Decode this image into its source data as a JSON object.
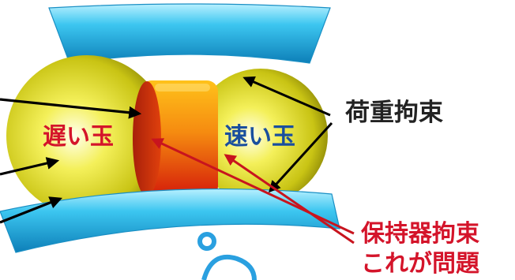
{
  "labels": {
    "slow_ball": "遅い玉",
    "fast_ball": "速い玉",
    "load_constraint": "荷重拘束",
    "cage_constraint_line1": "保持器拘束",
    "cage_constraint_line2": "これが問題"
  },
  "colors": {
    "race_blue": "#3cc6f0",
    "ball_yellow": "#e6e21a",
    "cage_orange": "#f59a12",
    "cage_red": "#e0200c",
    "label_red": "#d4142a",
    "label_blue": "#1a4f9e",
    "label_black": "#222222",
    "arrow_black": "#000000",
    "arrow_red": "#c8141e"
  },
  "icons": [
    "bearing-logo-icon"
  ]
}
